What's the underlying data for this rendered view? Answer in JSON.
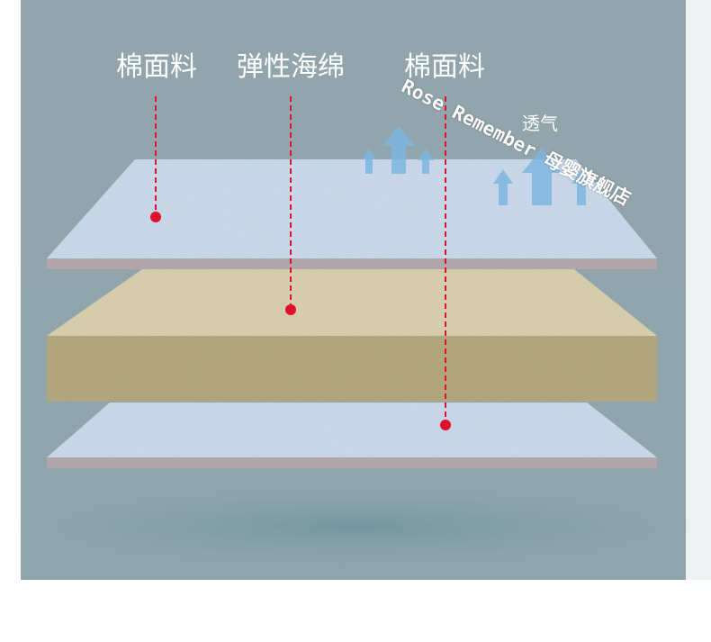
{
  "labels": {
    "top_fabric": "棉面料",
    "middle_sponge": "弹性海绵",
    "bottom_fabric": "棉面料",
    "breathable": "透气"
  },
  "watermark": "Rose Remember 母婴旗舰店",
  "colors": {
    "background": "#92a5ad",
    "fabric_top": "#cfdff0",
    "fabric_edge": "#b3a6ab",
    "sponge_top": "#ddd4b2",
    "sponge_front": "#b8ac82",
    "pointer": "#e0102a",
    "arrow": "#7fb6e0"
  }
}
